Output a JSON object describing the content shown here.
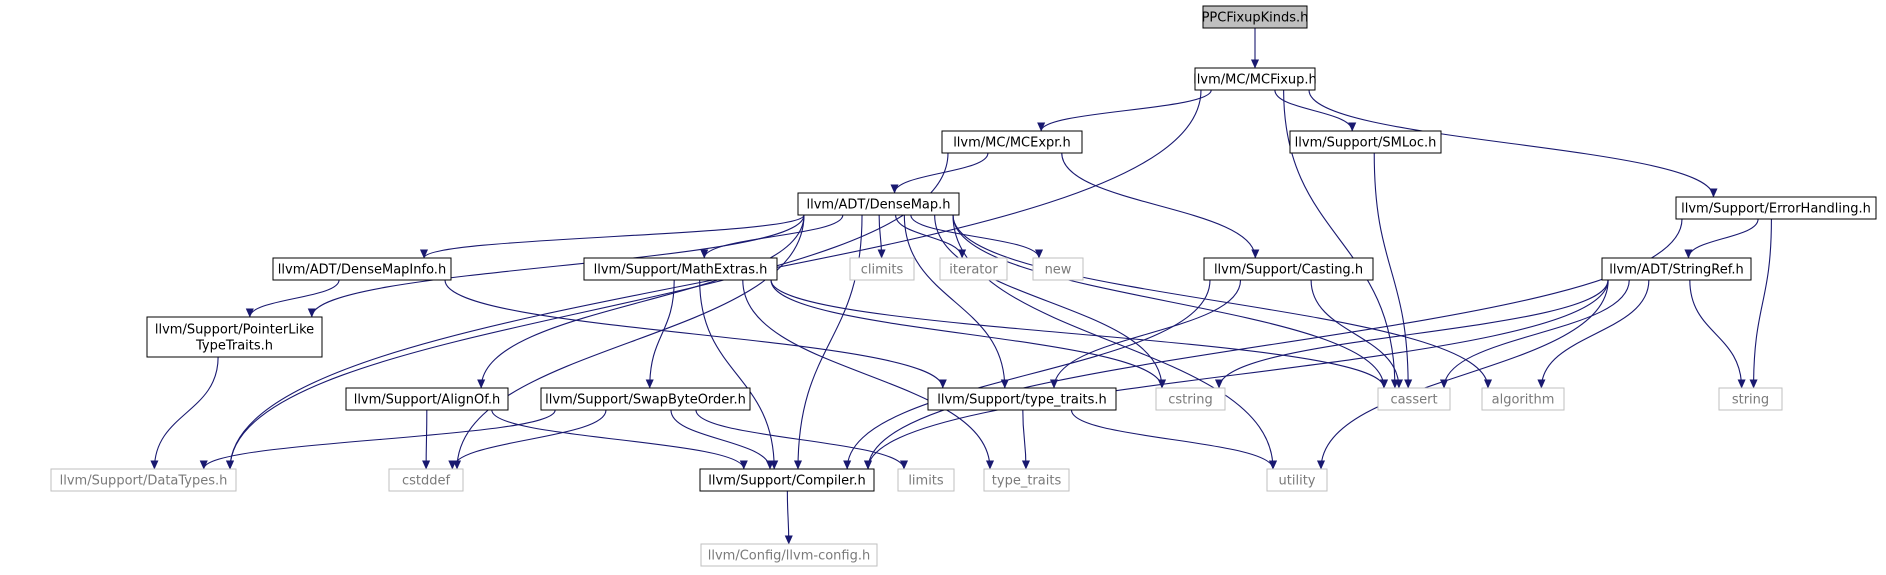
{
  "colors": {
    "edge": "#191970",
    "box_border": "#000000",
    "box_border_external": "#bfbfbf",
    "root_fill": "#bfbfbf"
  },
  "nodes": [
    {
      "id": "root",
      "kind": "root",
      "lines": [
        "PPCFixupKinds.h"
      ]
    },
    {
      "id": "mcfixup",
      "kind": "black",
      "lines": [
        "llvm/MC/MCFixup.h"
      ]
    },
    {
      "id": "mcexpr",
      "kind": "black",
      "lines": [
        "llvm/MC/MCExpr.h"
      ]
    },
    {
      "id": "smloc",
      "kind": "black",
      "lines": [
        "llvm/Support/SMLoc.h"
      ]
    },
    {
      "id": "densemap",
      "kind": "black",
      "lines": [
        "llvm/ADT/DenseMap.h"
      ]
    },
    {
      "id": "errorhandling",
      "kind": "black",
      "lines": [
        "llvm/Support/ErrorHandling.h"
      ]
    },
    {
      "id": "densemapinfo",
      "kind": "black",
      "lines": [
        "llvm/ADT/DenseMapInfo.h"
      ]
    },
    {
      "id": "mathextras",
      "kind": "black",
      "lines": [
        "llvm/Support/MathExtras.h"
      ]
    },
    {
      "id": "climits",
      "kind": "gray",
      "lines": [
        "climits"
      ]
    },
    {
      "id": "iterator",
      "kind": "gray",
      "lines": [
        "iterator"
      ]
    },
    {
      "id": "new",
      "kind": "gray",
      "lines": [
        "new"
      ]
    },
    {
      "id": "casting",
      "kind": "black",
      "lines": [
        "llvm/Support/Casting.h"
      ]
    },
    {
      "id": "stringref",
      "kind": "black",
      "lines": [
        "llvm/ADT/StringRef.h"
      ]
    },
    {
      "id": "pointerlike",
      "kind": "black",
      "lines": [
        "llvm/Support/PointerLike",
        "TypeTraits.h"
      ]
    },
    {
      "id": "alignof",
      "kind": "black",
      "lines": [
        "llvm/Support/AlignOf.h"
      ]
    },
    {
      "id": "swapbyteorder",
      "kind": "black",
      "lines": [
        "llvm/Support/SwapByteOrder.h"
      ]
    },
    {
      "id": "typetraits_llvm",
      "kind": "black",
      "lines": [
        "llvm/Support/type_traits.h"
      ]
    },
    {
      "id": "cstring",
      "kind": "gray",
      "lines": [
        "cstring"
      ]
    },
    {
      "id": "cassert",
      "kind": "gray",
      "lines": [
        "cassert"
      ]
    },
    {
      "id": "algorithm",
      "kind": "gray",
      "lines": [
        "algorithm"
      ]
    },
    {
      "id": "string",
      "kind": "gray",
      "lines": [
        "string"
      ]
    },
    {
      "id": "datatypes",
      "kind": "gray",
      "lines": [
        "llvm/Support/DataTypes.h"
      ]
    },
    {
      "id": "cstddef",
      "kind": "gray",
      "lines": [
        "cstddef"
      ]
    },
    {
      "id": "compiler",
      "kind": "black",
      "lines": [
        "llvm/Support/Compiler.h"
      ]
    },
    {
      "id": "limits",
      "kind": "gray",
      "lines": [
        "limits"
      ]
    },
    {
      "id": "type_traits",
      "kind": "gray",
      "lines": [
        "type_traits"
      ]
    },
    {
      "id": "utility",
      "kind": "gray",
      "lines": [
        "utility"
      ]
    },
    {
      "id": "llvmconfig",
      "kind": "gray",
      "lines": [
        "llvm/Config/llvm-config.h"
      ]
    }
  ],
  "edges": [
    {
      "from": "root",
      "to": "mcfixup"
    },
    {
      "from": "mcfixup",
      "to": "datatypes"
    },
    {
      "from": "mcfixup",
      "to": "mcexpr"
    },
    {
      "from": "mcfixup",
      "to": "smloc"
    },
    {
      "from": "mcfixup",
      "to": "errorhandling"
    },
    {
      "from": "mcfixup",
      "to": "cassert"
    },
    {
      "from": "mcexpr",
      "to": "densemap"
    },
    {
      "from": "mcexpr",
      "to": "casting"
    },
    {
      "from": "mcexpr",
      "to": "datatypes"
    },
    {
      "from": "smloc",
      "to": "cassert"
    },
    {
      "from": "densemap",
      "to": "densemapinfo"
    },
    {
      "from": "densemap",
      "to": "pointerlike"
    },
    {
      "from": "densemap",
      "to": "mathextras"
    },
    {
      "from": "densemap",
      "to": "climits"
    },
    {
      "from": "densemap",
      "to": "iterator"
    },
    {
      "from": "densemap",
      "to": "new"
    },
    {
      "from": "densemap",
      "to": "alignof"
    },
    {
      "from": "densemap",
      "to": "typetraits_llvm"
    },
    {
      "from": "densemap",
      "to": "cstring"
    },
    {
      "from": "densemap",
      "to": "cassert"
    },
    {
      "from": "densemap",
      "to": "algorithm"
    },
    {
      "from": "densemap",
      "to": "utility"
    },
    {
      "from": "densemap",
      "to": "cstddef"
    },
    {
      "from": "densemap",
      "to": "compiler"
    },
    {
      "from": "errorhandling",
      "to": "stringref"
    },
    {
      "from": "errorhandling",
      "to": "string"
    },
    {
      "from": "errorhandling",
      "to": "compiler"
    },
    {
      "from": "densemapinfo",
      "to": "pointerlike"
    },
    {
      "from": "densemapinfo",
      "to": "typetraits_llvm"
    },
    {
      "from": "mathextras",
      "to": "swapbyteorder"
    },
    {
      "from": "mathextras",
      "to": "compiler"
    },
    {
      "from": "mathextras",
      "to": "cstring"
    },
    {
      "from": "mathextras",
      "to": "cassert"
    },
    {
      "from": "mathextras",
      "to": "type_traits"
    },
    {
      "from": "casting",
      "to": "typetraits_llvm"
    },
    {
      "from": "casting",
      "to": "cassert"
    },
    {
      "from": "casting",
      "to": "compiler"
    },
    {
      "from": "stringref",
      "to": "cstring"
    },
    {
      "from": "stringref",
      "to": "cassert"
    },
    {
      "from": "stringref",
      "to": "algorithm"
    },
    {
      "from": "stringref",
      "to": "string"
    },
    {
      "from": "stringref",
      "to": "utility"
    },
    {
      "from": "stringref",
      "to": "compiler"
    },
    {
      "from": "pointerlike",
      "to": "datatypes"
    },
    {
      "from": "alignof",
      "to": "cstddef"
    },
    {
      "from": "alignof",
      "to": "compiler"
    },
    {
      "from": "swapbyteorder",
      "to": "datatypes"
    },
    {
      "from": "swapbyteorder",
      "to": "cstddef"
    },
    {
      "from": "swapbyteorder",
      "to": "compiler"
    },
    {
      "from": "swapbyteorder",
      "to": "limits"
    },
    {
      "from": "typetraits_llvm",
      "to": "type_traits"
    },
    {
      "from": "typetraits_llvm",
      "to": "utility"
    },
    {
      "from": "compiler",
      "to": "llvmconfig"
    }
  ]
}
